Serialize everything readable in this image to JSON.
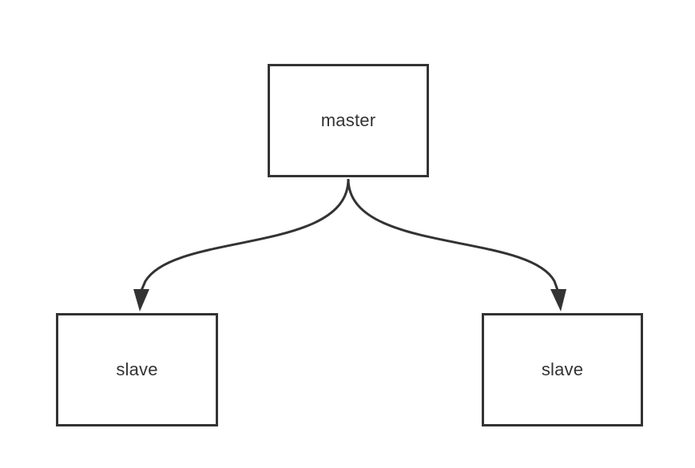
{
  "diagram": {
    "nodes": [
      {
        "id": "master",
        "label": "master"
      },
      {
        "id": "slave-left",
        "label": "slave"
      },
      {
        "id": "slave-right",
        "label": "slave"
      }
    ],
    "edges": [
      {
        "from": "master",
        "to": "slave-left"
      },
      {
        "from": "master",
        "to": "slave-right"
      }
    ],
    "colors": {
      "stroke": "#333333",
      "text": "#333333",
      "background": "#ffffff"
    }
  }
}
